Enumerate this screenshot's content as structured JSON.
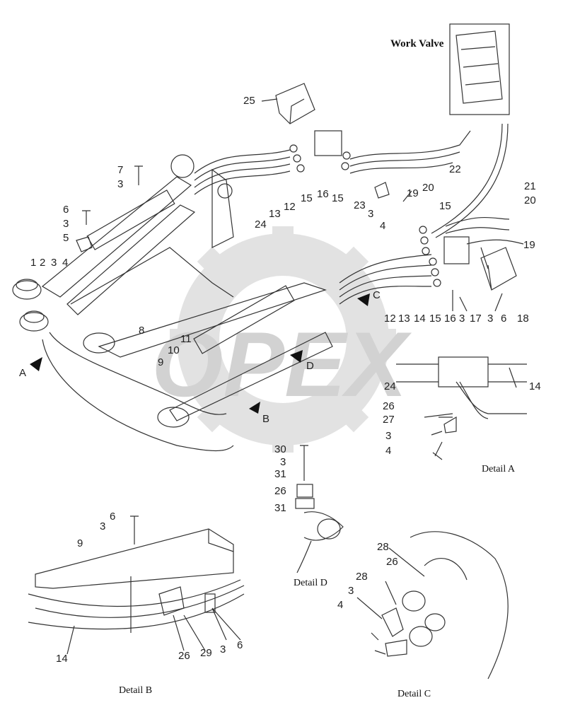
{
  "title": "Work Valve",
  "captions": {
    "detail_a": "Detail A",
    "detail_b": "Detail B",
    "detail_c": "Detail C",
    "detail_d": "Detail D"
  },
  "view_markers": [
    "A",
    "B",
    "C",
    "D"
  ],
  "watermark": "OPEX",
  "part_numbers": {
    "p25": "25",
    "p7": "7",
    "p3a": "3",
    "p6a": "6",
    "p3b": "3",
    "p5": "5",
    "p1": "1",
    "p2": "2",
    "p3c": "3",
    "p4a": "4",
    "p8": "8",
    "p11": "11",
    "p10": "10",
    "p9a": "9",
    "p24a": "24",
    "p13a": "13",
    "p12a": "12",
    "p15a": "15",
    "p16a": "16",
    "p15b": "15",
    "p23": "23",
    "p3d": "3",
    "p4b": "4",
    "p19a": "19",
    "p20a": "20",
    "p22": "22",
    "p21": "21",
    "p20b": "20",
    "p15c": "15",
    "p19b": "19",
    "p12b": "12",
    "p13b": "13",
    "p14a": "14",
    "p15d": "15",
    "p16b": "16",
    "p3e": "3",
    "p17": "17",
    "p3f": "3",
    "p6b": "6",
    "p18": "18",
    "p24b": "24",
    "p14b": "14",
    "p26a": "26",
    "p27": "27",
    "p3g": "3",
    "p4c": "4",
    "p30": "30",
    "p3h": "3",
    "p31a": "31",
    "p26b": "26",
    "p31b": "31",
    "p6c": "6",
    "p3i": "3",
    "p9b": "9",
    "p14c": "14",
    "p26c": "26",
    "p29": "29",
    "p3j": "3",
    "p6d": "6",
    "p28a": "28",
    "p26d": "26",
    "p28b": "28",
    "p3k": "3",
    "p4d": "4"
  },
  "colors": {
    "line": "#333333",
    "watermark": "#dcdcdc"
  }
}
